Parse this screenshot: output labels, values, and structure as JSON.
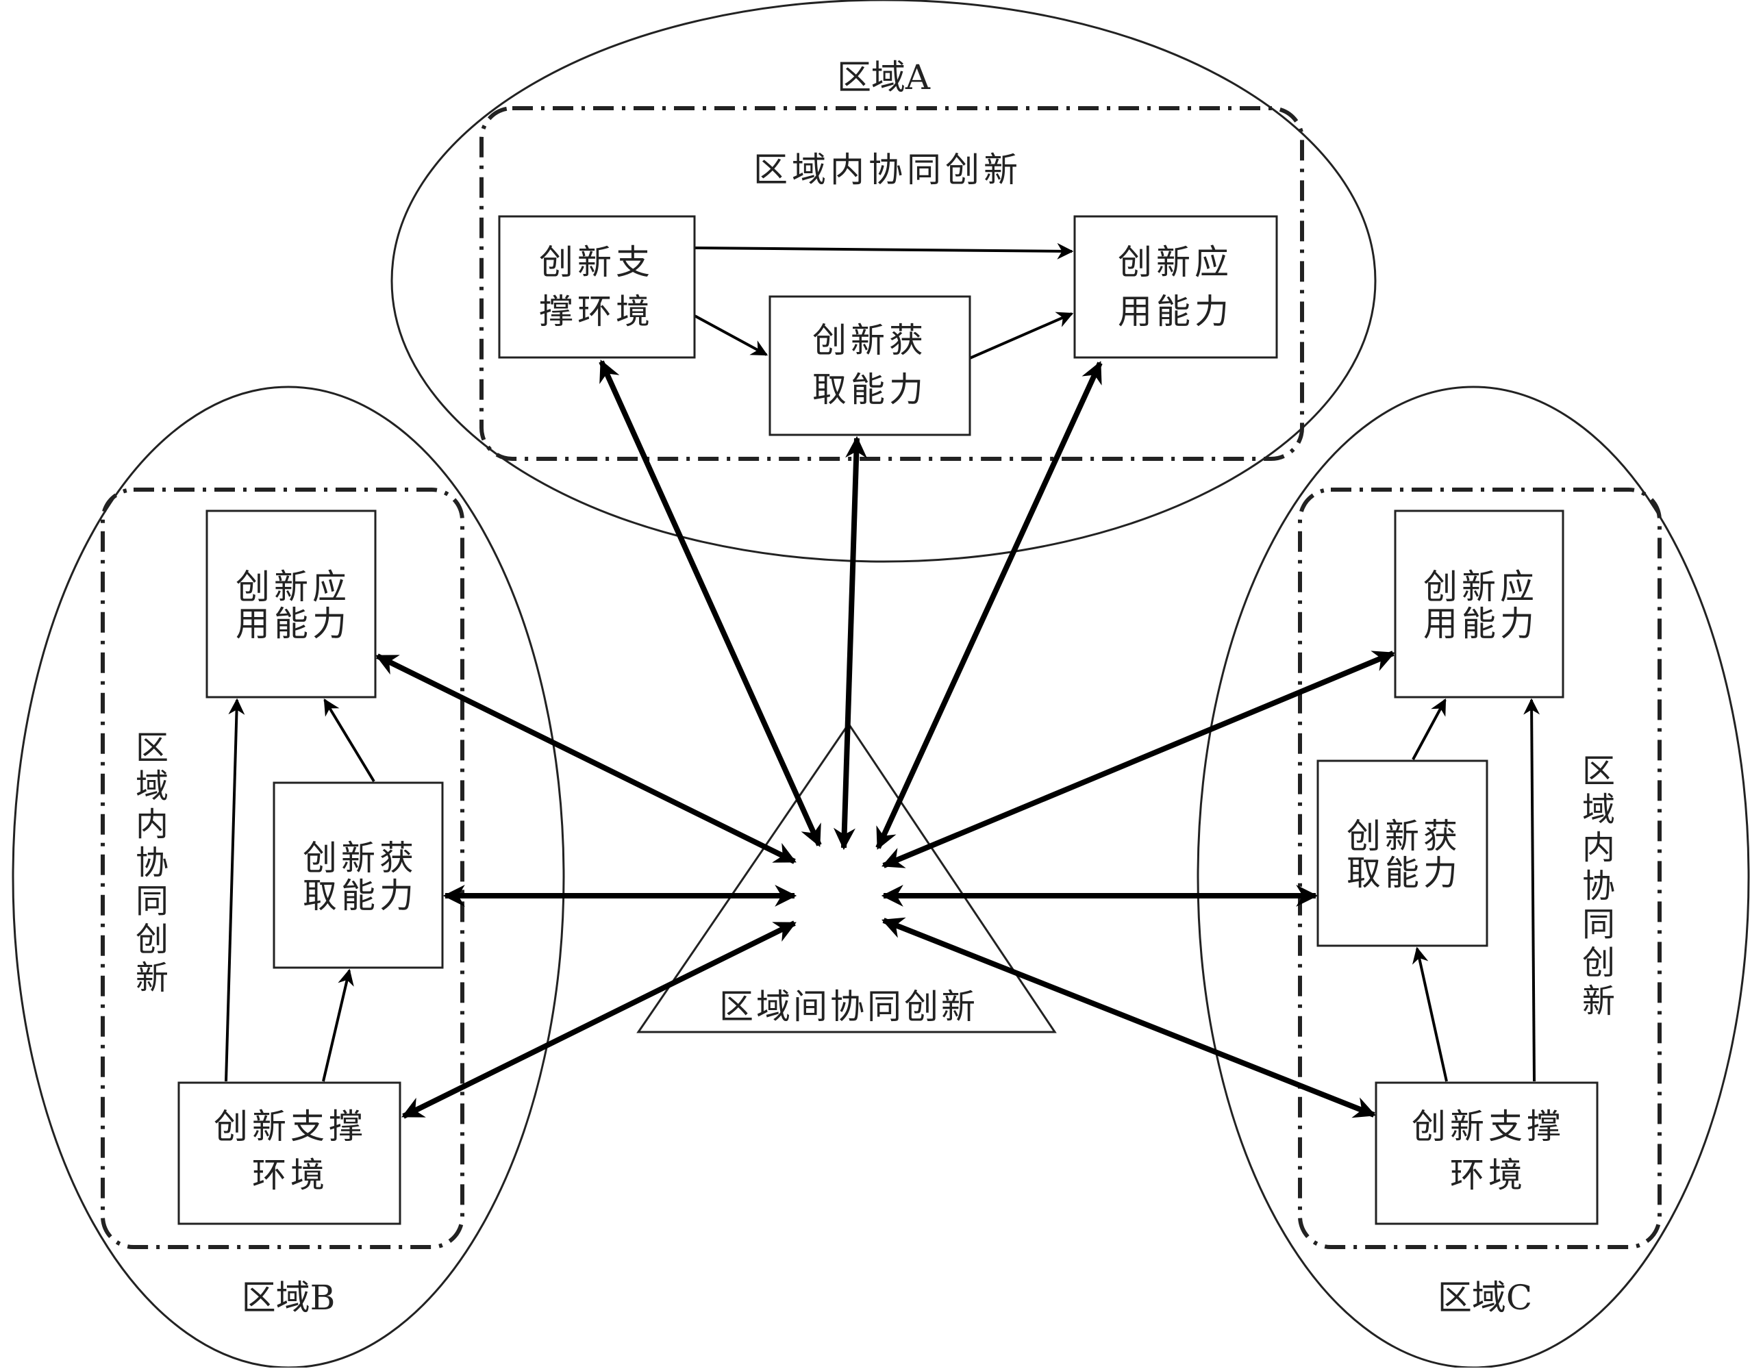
{
  "regions": {
    "a": {
      "label": "区域A",
      "intra_label": "区域内协同创新"
    },
    "b": {
      "label": "区域B",
      "intra_label_chars": [
        "区",
        "域",
        "内",
        "协",
        "同",
        "创",
        "新"
      ]
    },
    "c": {
      "label": "区域C",
      "intra_label_chars": [
        "区",
        "域",
        "内",
        "协",
        "同",
        "创",
        "新"
      ]
    }
  },
  "nodes": {
    "a_support": {
      "line1": "创新支",
      "line2": "撑环境"
    },
    "a_acquire": {
      "line1": "创新获",
      "line2": "取能力"
    },
    "a_apply": {
      "line1": "创新应",
      "line2": "用能力"
    },
    "b_apply": {
      "line1": "创新应",
      "line2": "用能力"
    },
    "b_acquire": {
      "line1": "创新获",
      "line2": "取能力"
    },
    "b_support": {
      "line1": "创新支撑",
      "line2": "环境"
    },
    "c_apply": {
      "line1": "创新应",
      "line2": "用能力"
    },
    "c_acquire": {
      "line1": "创新获",
      "line2": "取能力"
    },
    "c_support": {
      "line1": "创新支撑",
      "line2": "环境"
    }
  },
  "center": {
    "label": "区域间协同创新"
  },
  "edges": {
    "intra": [
      [
        "a_support",
        "a_apply"
      ],
      [
        "a_support",
        "a_acquire"
      ],
      [
        "a_acquire",
        "a_apply"
      ],
      [
        "b_support",
        "b_apply"
      ],
      [
        "b_support",
        "b_acquire"
      ],
      [
        "b_acquire",
        "b_apply"
      ],
      [
        "c_support",
        "c_apply"
      ],
      [
        "c_support",
        "c_acquire"
      ],
      [
        "c_acquire",
        "c_apply"
      ]
    ],
    "inter_bidirectional": [
      "a_support",
      "a_acquire",
      "a_apply",
      "b_apply",
      "b_acquire",
      "b_support",
      "c_apply",
      "c_acquire",
      "c_support"
    ]
  }
}
